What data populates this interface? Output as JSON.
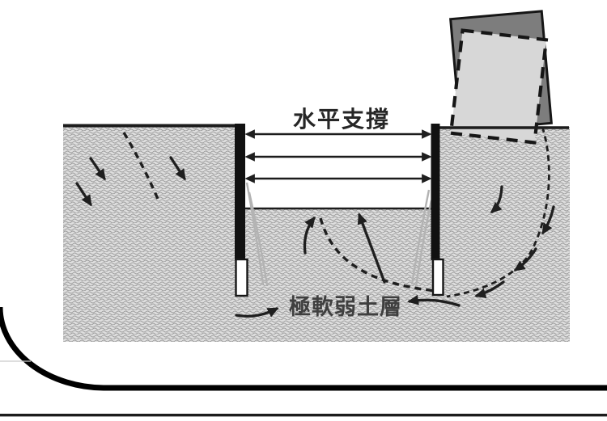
{
  "figure": {
    "type": "geotechnical-excavation-failure-diagram",
    "labels": {
      "horizontal_struts": "水平支撐",
      "very_soft_soil_layer": "極軟弱土層"
    },
    "colors": {
      "background": "#ffffff",
      "soil_base": "#dedede",
      "soil_wave": "#9e9e9e",
      "wall": "#111111",
      "line": "#1c1c1c",
      "annotation": "#1f1f1f",
      "building_original_fill": "#7d7d7d",
      "building_tilted_fill": "#d7d7d7",
      "outline": "#161616",
      "deflection_gray": "#b3b3b3",
      "frame": "#000000",
      "text_strong": "#262626",
      "text_soft": "#3f3f3f",
      "faint": "#c9c9c9"
    }
  }
}
